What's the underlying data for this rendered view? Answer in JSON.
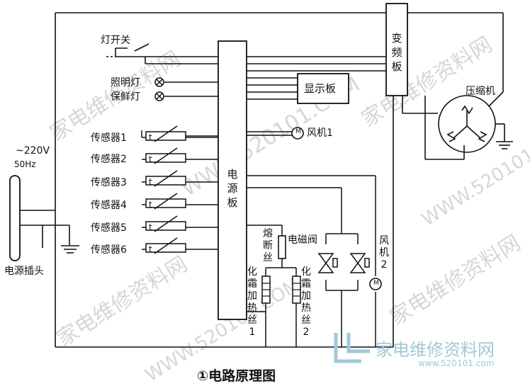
{
  "labels": {
    "light_switch": "灯开关",
    "lighting_lamp": "照明灯",
    "fresh_lamp": "保鲜灯",
    "display_board": "显示板",
    "fan1": "风机1",
    "sensors": [
      "传感器1",
      "传感器2",
      "传感器3",
      "传感器4",
      "传感器5",
      "传感器6"
    ],
    "thermistor_mark": "t",
    "power_board": "电源板",
    "inverter_board": "变频板",
    "compressor": "压缩机",
    "voltage": "~220V",
    "frequency": "50Hz",
    "power_plug": "电源插头",
    "fuse": "熔断丝",
    "solenoid_valve": "电磁阀",
    "defrost_heater1": "化霜加热丝1",
    "defrost_heater2": "化霜加热丝2",
    "fan2": "风机2",
    "motor_symbol": "M"
  },
  "caption": {
    "number": "①",
    "title": "电路原理图"
  },
  "watermarks": {
    "site_cn": "家电维修资料网",
    "site_url": "WWW.520101.COM"
  },
  "brand": {
    "name": "家电维修资料网",
    "url": "www.520101.com"
  },
  "colors": {
    "ink": "#111111",
    "watermark": "#d6d6d6",
    "brand": "#9fc9d8"
  }
}
